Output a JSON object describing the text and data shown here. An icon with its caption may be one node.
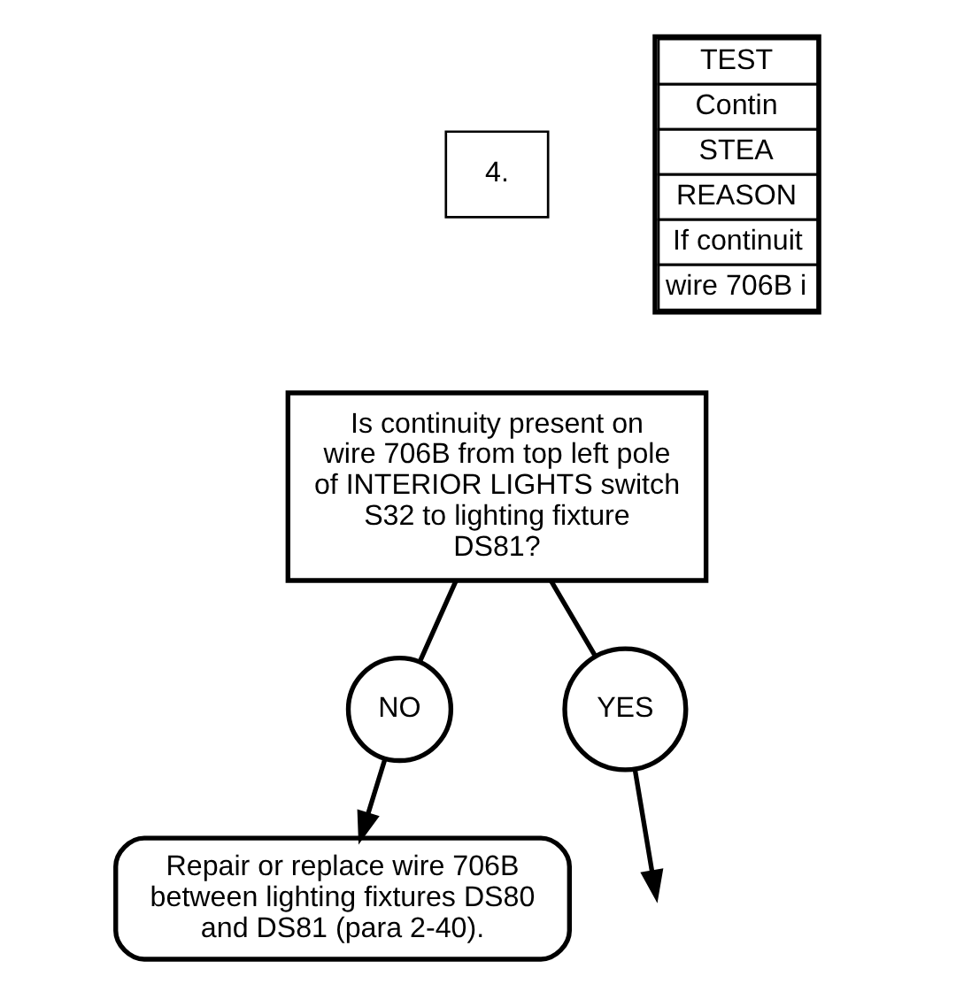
{
  "diagram": {
    "nodes": [
      {
        "text": [
          "4."
        ]
      },
      {
        "text": [
          "Is continuity present on wire 706B from top left pole of INTERIOR LIGHTS switch S32 to lighting fixture DS81?"
        ]
      },
      {
        "text": [
          "NO"
        ]
      },
      {
        "text": [
          "Repair or replace wire 706B between lighting fixtures DS80 and DS81 (para 2-40)."
        ]
      },
      {
        "text": [
          "YES"
        ]
      }
    ],
    "edges": [
      {
        "from": 1,
        "to": 2,
        "arrow": "none"
      },
      {
        "from": 2,
        "to": 3,
        "arrow": "to"
      },
      {
        "from": 1,
        "to": 4,
        "arrow": "none"
      },
      {
        "from": 4,
        "to": null,
        "arrow": "to"
      }
    ],
    "labels": [
      "TEST",
      "Contin",
      "STEA",
      "REASON",
      "If continuit",
      "wire 706B i"
    ]
  }
}
